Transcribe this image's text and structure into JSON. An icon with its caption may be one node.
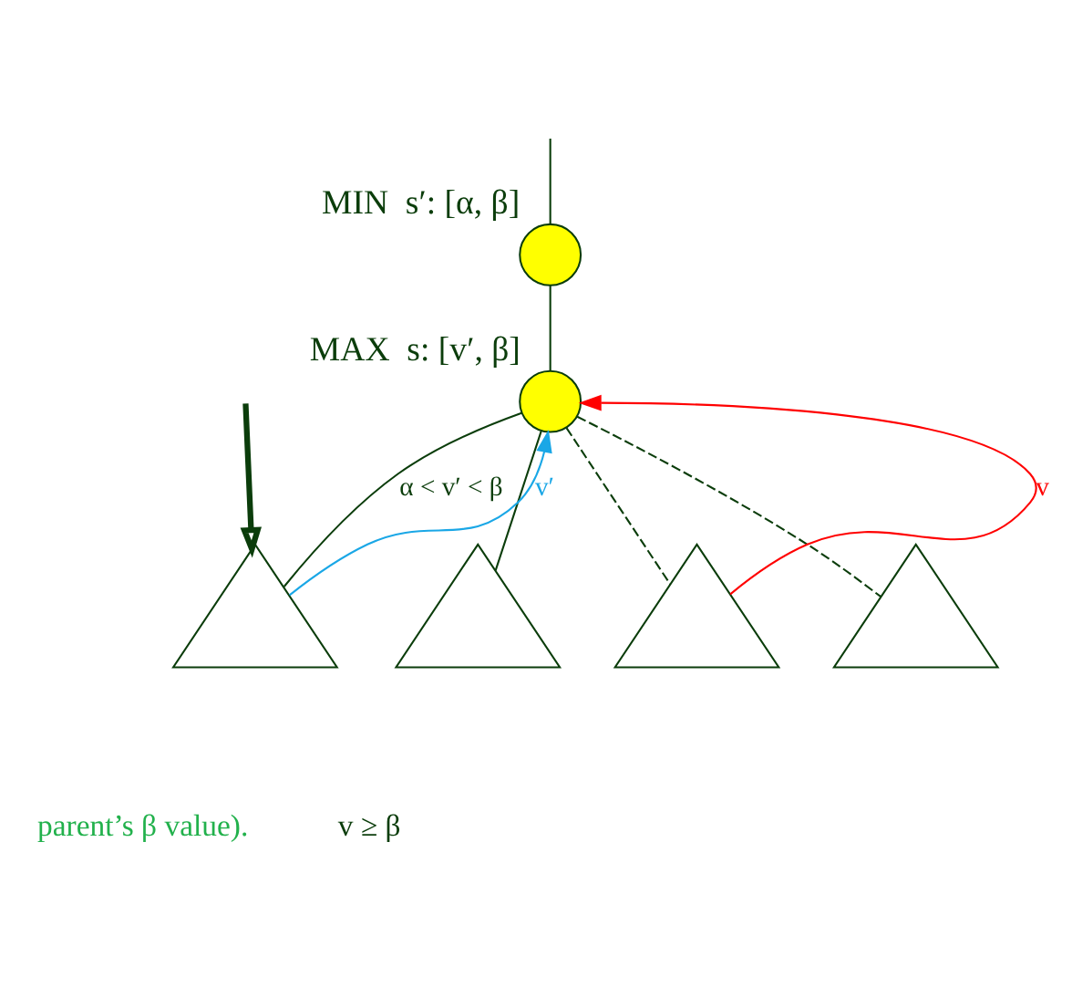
{
  "diagram": {
    "nodes": [
      {
        "text": [],
        "shape": "circle",
        "beside": [
          "MIN",
          "s′: [α, β]"
        ]
      },
      {
        "text": [],
        "shape": "circle",
        "beside": [
          "MAX",
          "s: [v′, β]"
        ]
      },
      {
        "text": [],
        "shape": "triangle"
      },
      {
        "text": [],
        "shape": "triangle"
      },
      {
        "text": [],
        "shape": "triangle"
      },
      {
        "text": [],
        "shape": "triangle"
      }
    ],
    "edges": [
      {
        "from": null,
        "to": 0,
        "arrow": "none"
      },
      {
        "from": 0,
        "to": 1,
        "arrow": "none"
      },
      {
        "from": 1,
        "to": 2,
        "arrow": "none",
        "label": "α < v′ < β"
      },
      {
        "from": 1,
        "to": 3,
        "arrow": "none"
      },
      {
        "from": 1,
        "to": 4,
        "arrow": "none",
        "style": "dashed"
      },
      {
        "from": 1,
        "to": 5,
        "arrow": "none",
        "style": "dashed"
      },
      {
        "from": 2,
        "to": 1,
        "arrow": "to",
        "label": "v′",
        "color": "#1aa7e6"
      },
      {
        "from": 4,
        "to": 1,
        "arrow": "to",
        "label": "v",
        "color": "#ff0000"
      },
      {
        "from": null,
        "to": 2,
        "arrow": "to",
        "style": "thick"
      }
    ],
    "labels": [
      "parent’s β value).",
      "v ≥ β"
    ]
  }
}
